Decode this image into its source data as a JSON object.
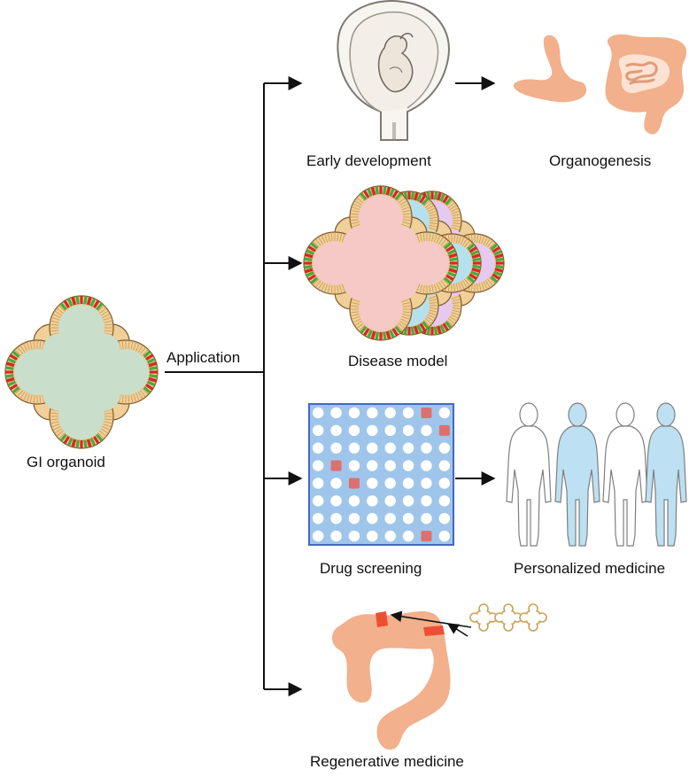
{
  "labels": {
    "source": "GI organoid",
    "branch": "Application",
    "early_development": "Early development",
    "organogenesis": "Organogenesis",
    "disease_model": "Disease model",
    "drug_screening": "Drug screening",
    "personalized_medicine": "Personalized medicine",
    "regenerative_medicine": "Regenerative medicine"
  },
  "colors": {
    "organoid_lumen": "#c9dfcb",
    "epithelium": "#f1cf98",
    "crypt_red": "#d9262a",
    "crypt_green": "#49a93a",
    "disease_pink": "#f5c9c6",
    "disease_cyan": "#b5e1ee",
    "disease_lilac": "#e6c9ee",
    "plate_blue": "#9fc6ea",
    "plate_border": "#4667c4",
    "hit_well": "#de6f6f",
    "tissue": "#f2b08c",
    "tissue_red": "#ee4f34",
    "person_blue": "#bde0f2"
  },
  "plate": {
    "rows": 8,
    "cols": 8,
    "hit_wells": [
      [
        0,
        6
      ],
      [
        1,
        7
      ],
      [
        3,
        1
      ],
      [
        4,
        2
      ],
      [
        7,
        6
      ]
    ]
  }
}
